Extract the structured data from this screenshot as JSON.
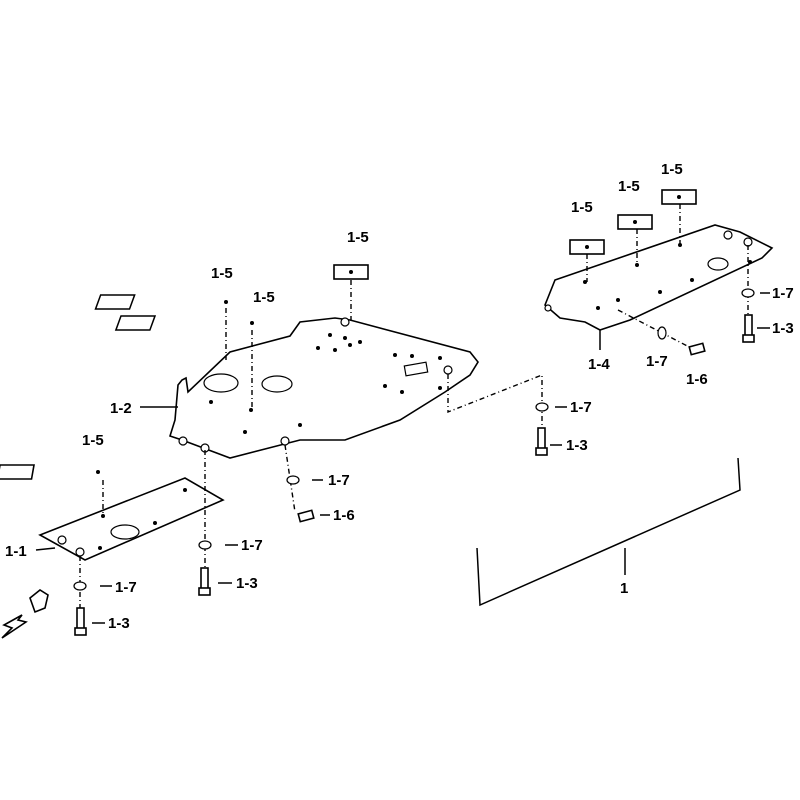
{
  "labels": {
    "l_1_5_a": "1-5",
    "l_1_5_b": "1-5",
    "l_1_5_c": "1-5",
    "l_1_5_d": "1-5",
    "l_1_5_e": "1-5",
    "l_1_5_f": "1-5",
    "l_1_5_g": "1-5",
    "l_1_2": "1-2",
    "l_1_1": "1-1",
    "l_1_4": "1-4",
    "l_1_7_a": "1-7",
    "l_1_7_b": "1-7",
    "l_1_7_c": "1-7",
    "l_1_7_d": "1-7",
    "l_1_7_e": "1-7",
    "l_1_7_f": "1-7",
    "l_1_6_a": "1-6",
    "l_1_6_b": "1-6",
    "l_1_3_a": "1-3",
    "l_1_3_b": "1-3",
    "l_1_3_c": "1-3",
    "l_1_3_d": "1-3",
    "l_1": "1"
  }
}
